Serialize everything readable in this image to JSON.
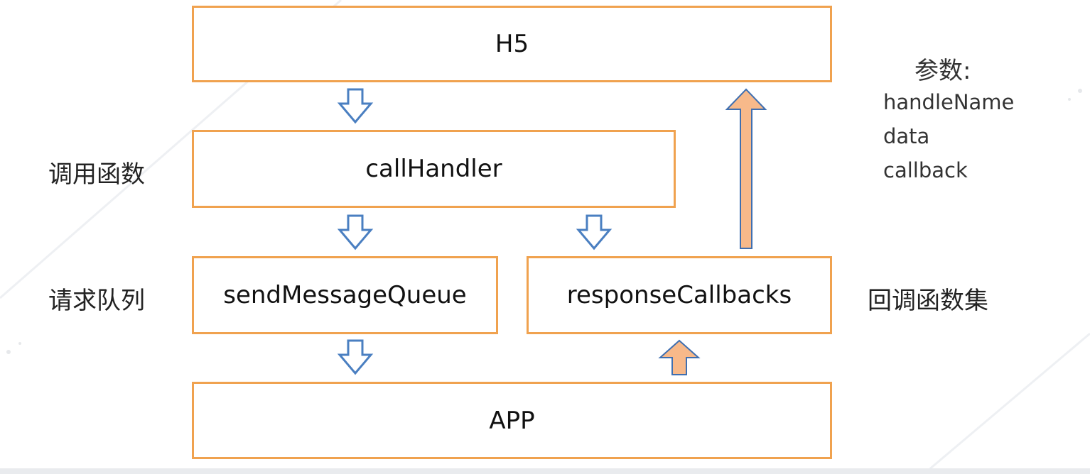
{
  "boxes": {
    "h5": "H5",
    "call_handler": "callHandler",
    "send_message_queue": "sendMessageQueue",
    "response_callbacks": "responseCallbacks",
    "app": "APP"
  },
  "labels": {
    "call_function": "调用函数",
    "request_queue": "请求队列",
    "callback_set": "回调函数集"
  },
  "params": {
    "title": "参数:",
    "items": [
      "handleName",
      "data",
      "callback"
    ]
  },
  "colors": {
    "box_border": "#f0a24f",
    "down_arrow_stroke": "#4a7fc1",
    "up_arrow_fill": "#f7b98a",
    "up_arrow_stroke": "#3f6fb0"
  }
}
